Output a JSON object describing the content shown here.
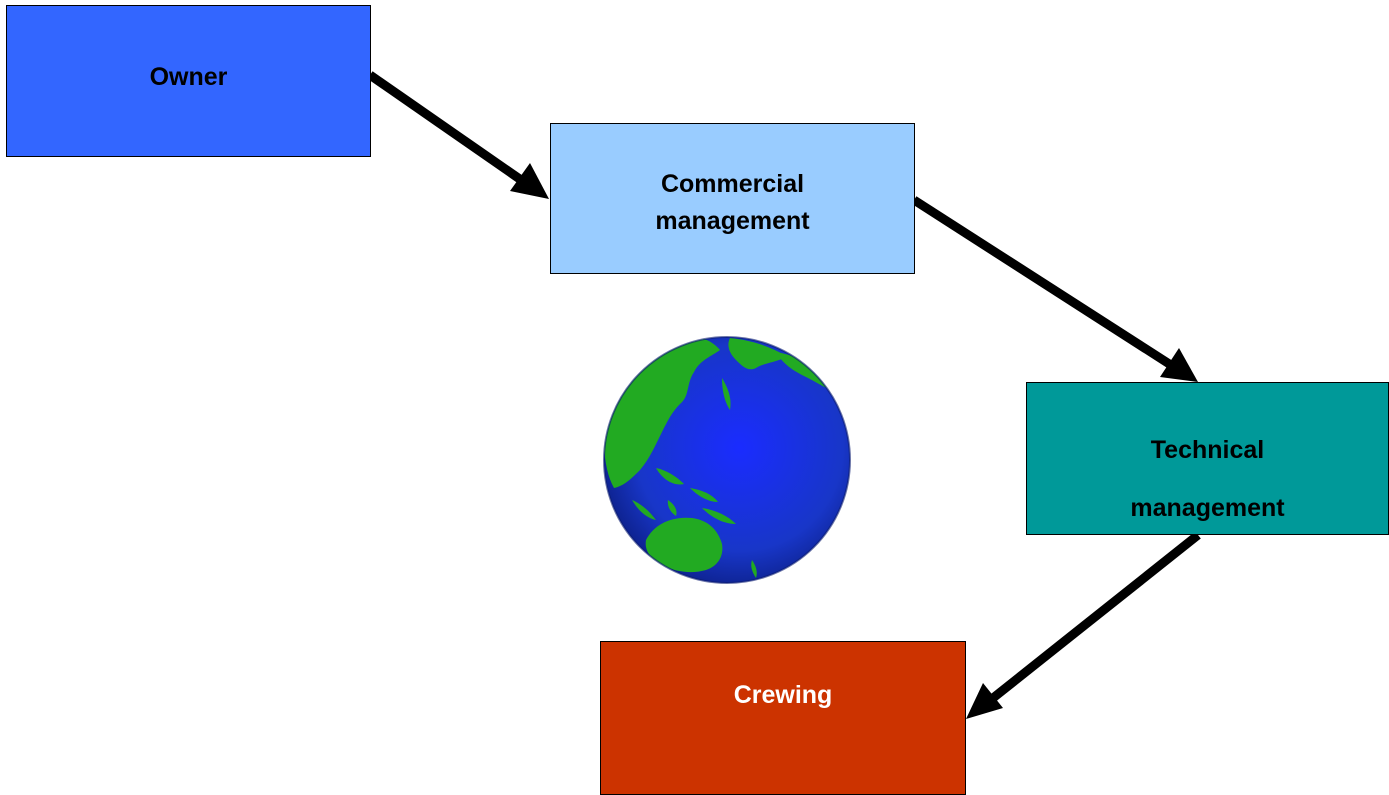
{
  "diagram": {
    "nodes": {
      "owner": {
        "label": "Owner",
        "color": "#3366ff",
        "text_color": "#000000"
      },
      "commercial": {
        "line1": "Commercial",
        "line2": "management",
        "color": "#99ccff",
        "text_color": "#000000"
      },
      "technical": {
        "line1": "Technical",
        "line2": "management",
        "color": "#009999",
        "text_color": "#000000"
      },
      "crewing": {
        "label": "Crewing",
        "color": "#cc3300",
        "text_color": "#ffffff"
      }
    },
    "edges": [
      {
        "from": "owner",
        "to": "commercial"
      },
      {
        "from": "commercial",
        "to": "technical"
      },
      {
        "from": "technical",
        "to": "crewing"
      }
    ],
    "globe_icon": "globe-icon",
    "globe_colors": {
      "ocean": "#1a3fb8",
      "land": "#22aa22"
    }
  }
}
